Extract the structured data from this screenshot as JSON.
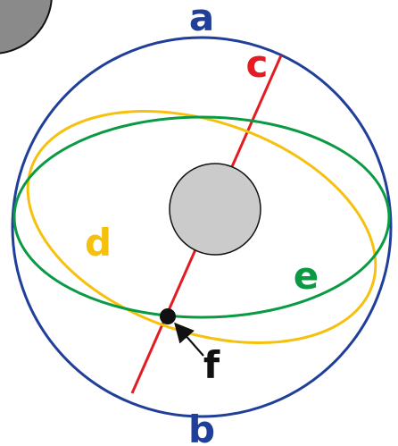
{
  "labels": {
    "a": "a",
    "b": "b",
    "c": "c",
    "d": "d",
    "e": "e",
    "f": "f"
  },
  "colors": {
    "sphere_outline": "#1f3f99",
    "axis": "#e31c23",
    "orbit_d": "#f6c10e",
    "orbit_e": "#0a9a43",
    "center_fill": "#cbcbcb",
    "corner_fill": "#8a8a8a",
    "point_f": "#111111",
    "arrow_f": "#111111"
  }
}
